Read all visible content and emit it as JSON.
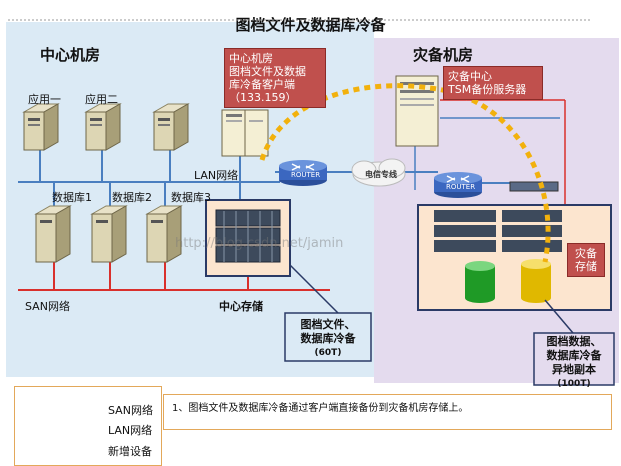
{
  "title": "图档文件及数据库冷备",
  "center": {
    "title": "中心机房",
    "app_servers": [
      "应用一",
      "应用二"
    ],
    "db_servers": [
      "数据库1",
      "数据库2",
      "数据库3"
    ],
    "lan_label": "LAN网络",
    "san_label": "SAN网络",
    "client_lines": [
      "中心机房",
      "图档文件及数据",
      "库冷备客户端",
      "（133.159）"
    ],
    "storage_label": "中心存储",
    "backup_lines": [
      "图档文件、",
      "数据库冷备"
    ],
    "backup_size": "(60T)"
  },
  "dr": {
    "title": "灾备机房",
    "tsm_lines": [
      "灾备中心",
      "TSM备份服务器"
    ],
    "storage_lines": [
      "灾备",
      "存储"
    ],
    "copy_lines": [
      "图档数据、",
      "数据库冷备",
      "异地副本"
    ],
    "copy_size": "(100T)"
  },
  "router_label": "ROUTER",
  "link_label": "电信专线",
  "legend": {
    "items": [
      {
        "label": "SAN网络",
        "color": "#d9302c",
        "kind": "line"
      },
      {
        "label": "LAN网络",
        "color": "#4a7fc0",
        "kind": "line"
      },
      {
        "label": "新增设备",
        "color": "#c0504d",
        "kind": "bar"
      }
    ]
  },
  "note": "1、图档文件及数据库冷备通过客户端直接备份到灾备机房存储上。",
  "watermark": "http://blog.csdn.net/jamin"
}
